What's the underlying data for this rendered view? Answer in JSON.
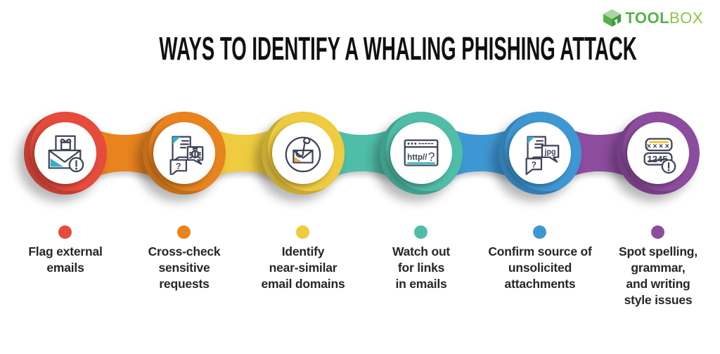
{
  "brand": {
    "name": "TOOLBOX",
    "tool": "TOOL",
    "box": "BOX",
    "green_dark": "#56b14a",
    "green_light": "#8bc63f"
  },
  "title": "WAYS TO IDENTIFY A WHALING PHISHING ATTACK",
  "steps": [
    {
      "label": "Flag external\nemails",
      "color": "#e64b3c",
      "icon": "email-gift-alert-icon"
    },
    {
      "label": "Cross-check\nsensitive\nrequests",
      "color": "#e8831e",
      "icon": "chat-question-bug-icon"
    },
    {
      "label": "Identify\nnear-similar\nemail domains",
      "color": "#eecb3f",
      "icon": "email-phishing-hook-icon"
    },
    {
      "label": "Watch out\nfor links\nin emails",
      "color": "#4fbda7",
      "icon": "browser-http-link-icon"
    },
    {
      "label": "Confirm source of\nunsolicited\nattachments",
      "color": "#3e97d3",
      "icon": "chat-jpg-attachment-icon"
    },
    {
      "label": "Spot spelling,\ngrammar,\nand writing\nstyle issues",
      "color": "#8d4c9e",
      "icon": "password-typo-alert-icon"
    }
  ],
  "icon_texts": {
    "http": "http//",
    "question": "?",
    "jpg": "jpg",
    "masked": "××××",
    "numbers": "1245"
  }
}
